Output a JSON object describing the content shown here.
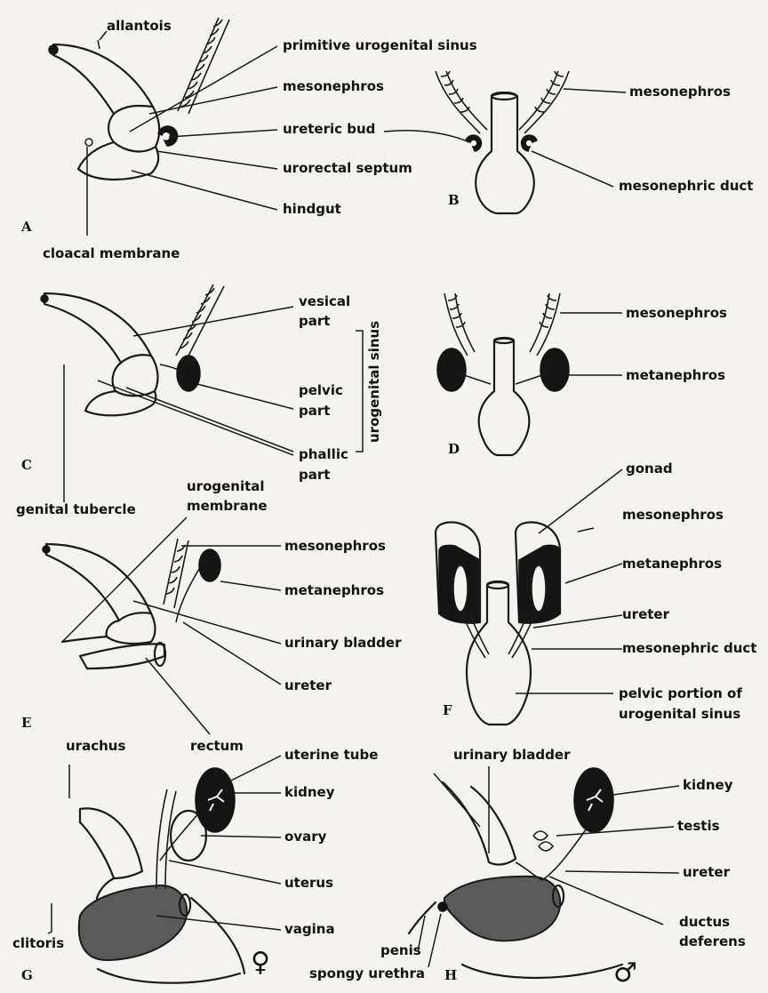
{
  "panels": {
    "A": {
      "letter": "A",
      "labels": {
        "allantois": "allantois",
        "primitive_urogenital_sinus": "primitive urogenital sinus",
        "mesonephros": "mesonephros",
        "ureteric_bud": "ureteric bud",
        "urorectal_septum": "urorectal septum",
        "hindgut": "hindgut",
        "cloacal_membrane": "cloacal membrane"
      }
    },
    "B": {
      "letter": "B",
      "labels": {
        "mesonephros": "mesonephros",
        "mesonephric_duct": "mesonephric duct"
      }
    },
    "C": {
      "letter": "C",
      "labels": {
        "vesical_1": "vesical",
        "vesical_2": "part",
        "pelvic_1": "pelvic",
        "pelvic_2": "part",
        "phallic_1": "phallic",
        "phallic_2": "part",
        "urogenital_sinus": "urogenital sinus",
        "genital_tubercle": "genital tubercle"
      }
    },
    "D": {
      "letter": "D",
      "labels": {
        "mesonephros": "mesonephros",
        "metanephros": "metanephros"
      }
    },
    "E": {
      "letter": "E",
      "labels": {
        "urogenital_1": "urogenital",
        "urogenital_2": "membrane",
        "mesonephros": "mesonephros",
        "metanephros": "metanephros",
        "urinary_bladder": "urinary bladder",
        "ureter": "ureter",
        "rectum": "rectum"
      }
    },
    "F": {
      "letter": "F",
      "labels": {
        "gonad": "gonad",
        "mesonephros": "mesonephros",
        "metanephros": "metanephros",
        "ureter": "ureter",
        "mesonephric_duct": "mesonephric duct",
        "pelvic_1": "pelvic portion of",
        "pelvic_2": "urogenital sinus"
      }
    },
    "G": {
      "letter": "G",
      "symbol": "♀",
      "labels": {
        "urachus": "urachus",
        "uterine_tube": "uterine tube",
        "kidney": "kidney",
        "ovary": "ovary",
        "uterus": "uterus",
        "vagina": "vagina",
        "clitoris": "clitoris"
      }
    },
    "H": {
      "letter": "H",
      "symbol": "♂",
      "labels": {
        "urinary_bladder": "urinary bladder",
        "kidney": "kidney",
        "testis": "testis",
        "ureter": "ureter",
        "ductus_1": "ductus",
        "ductus_2": "deferens",
        "penis": "penis",
        "spongy_urethra": "spongy urethra"
      }
    }
  }
}
